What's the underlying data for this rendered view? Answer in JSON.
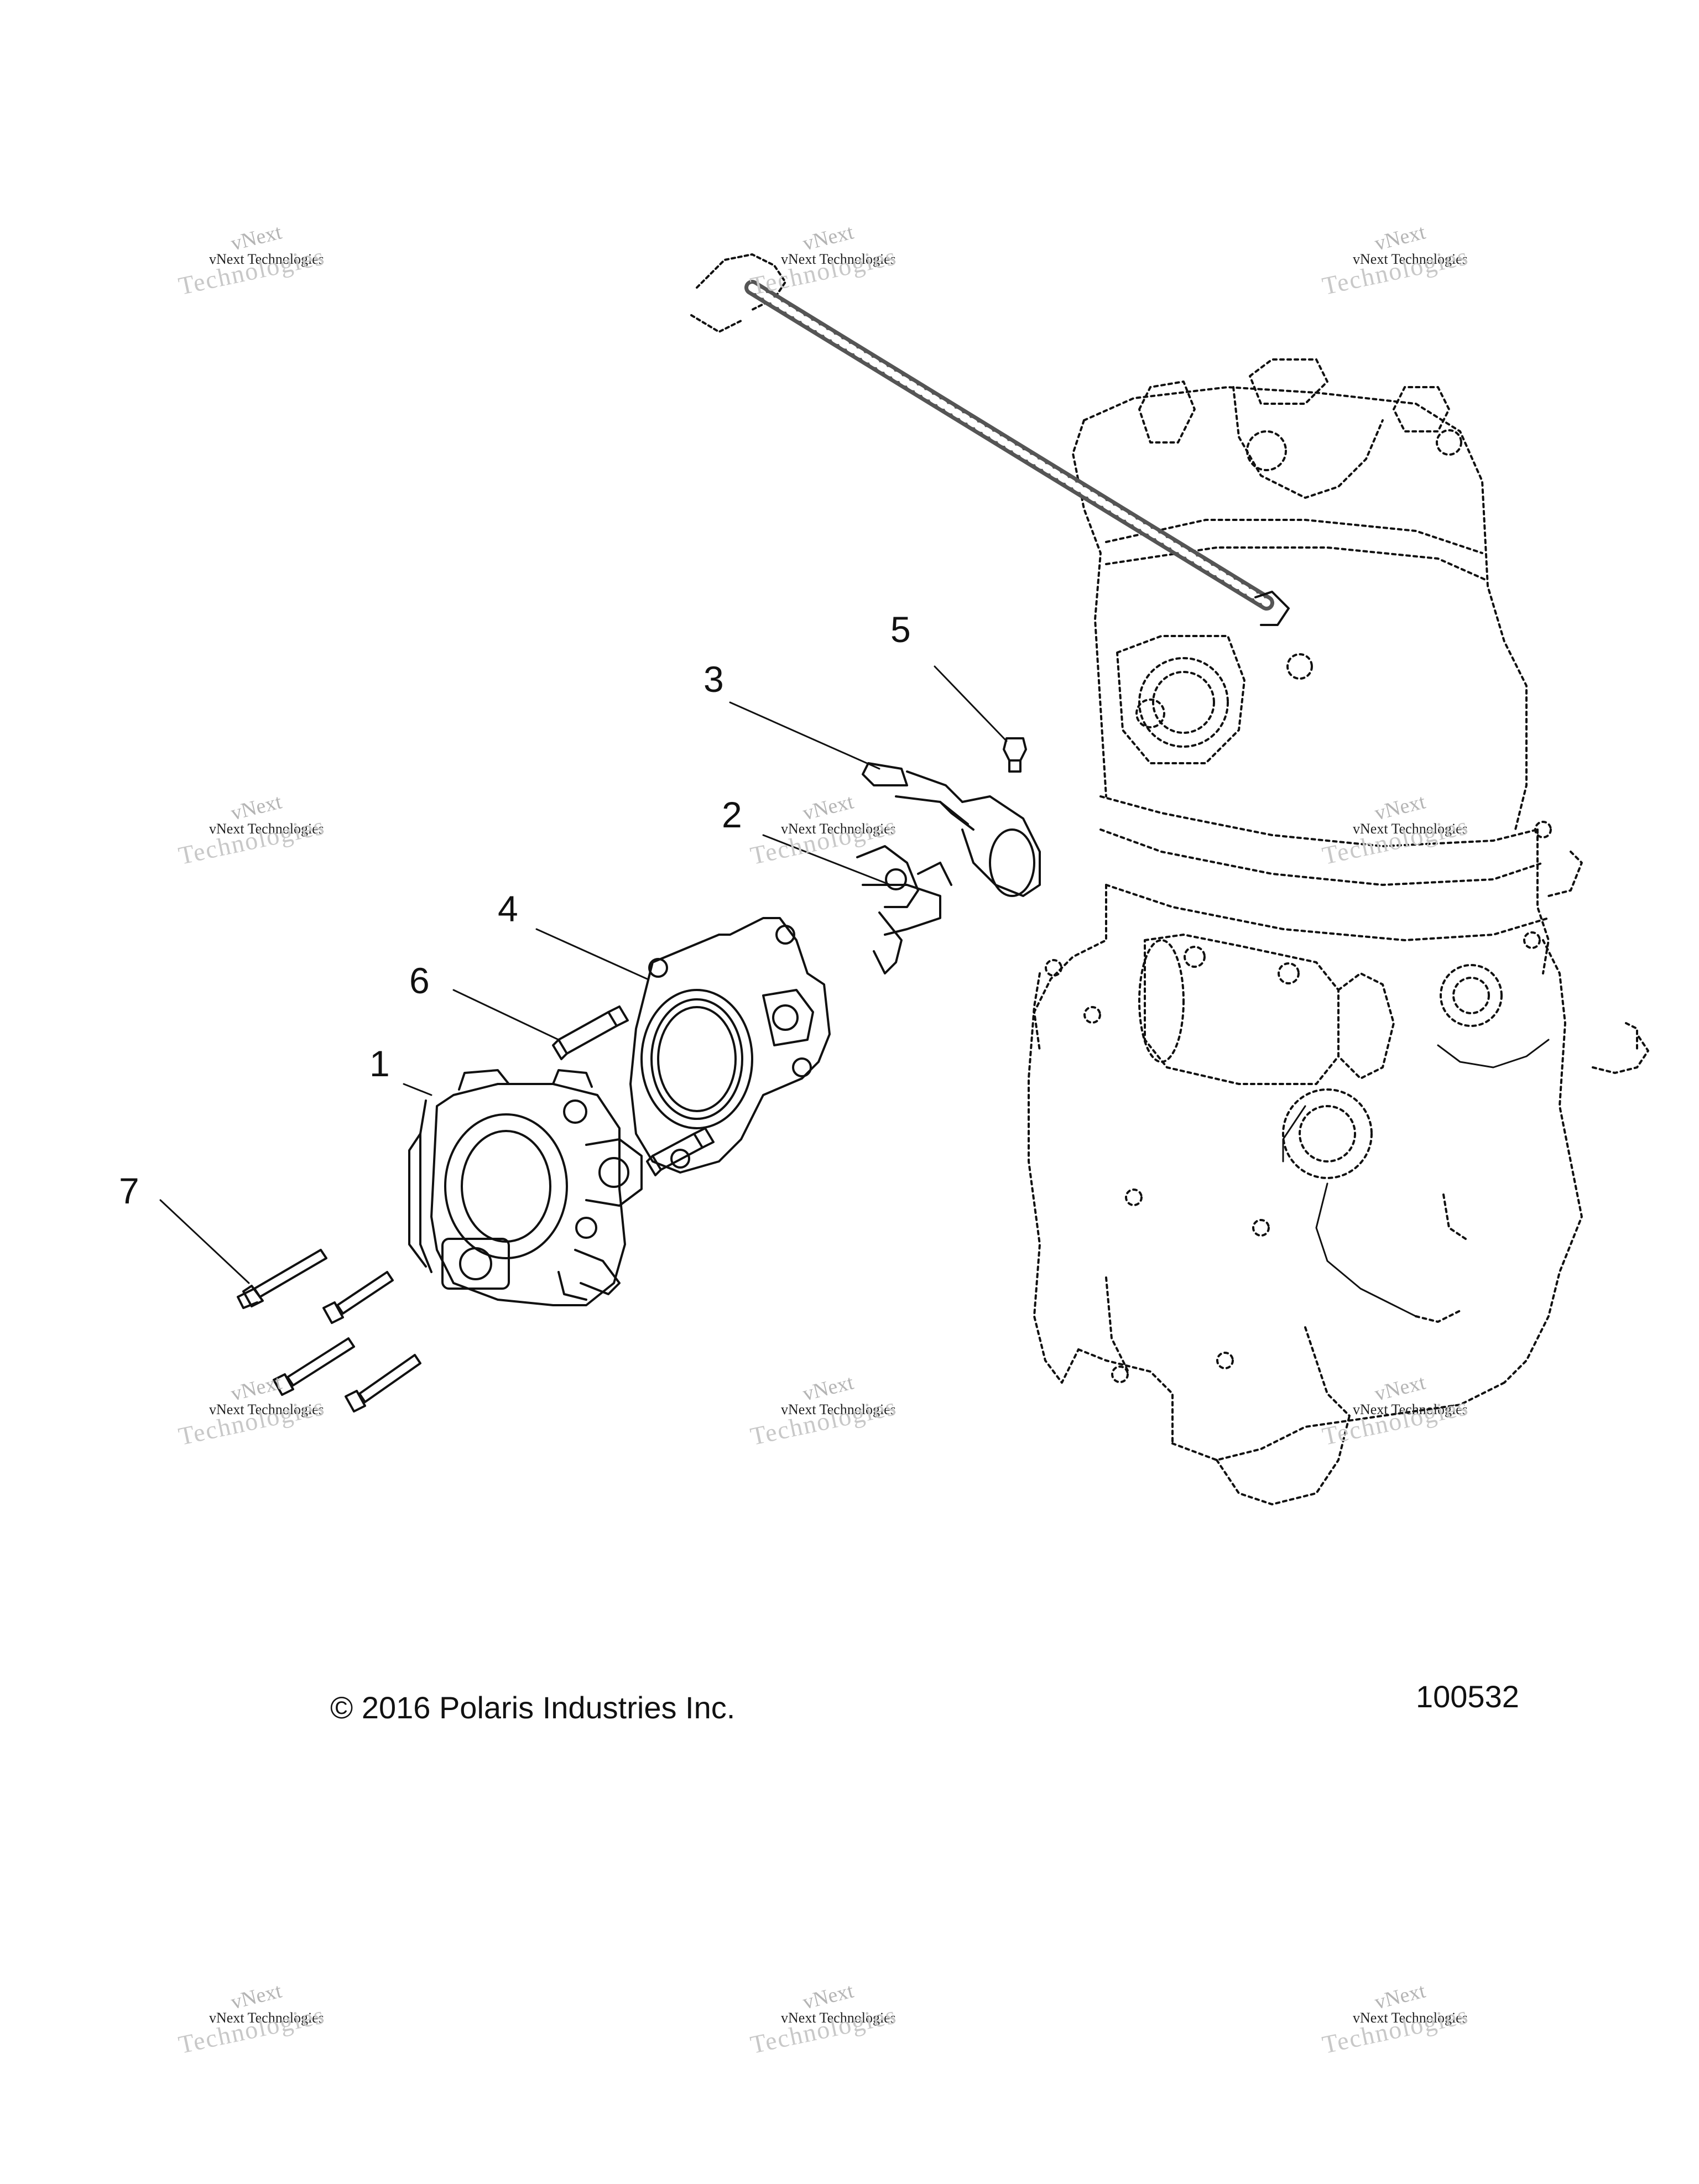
{
  "diagram": {
    "callouts": [
      {
        "id": "1",
        "label": "1"
      },
      {
        "id": "2",
        "label": "2"
      },
      {
        "id": "3",
        "label": "3"
      },
      {
        "id": "4",
        "label": "4"
      },
      {
        "id": "5",
        "label": "5"
      },
      {
        "id": "6",
        "label": "6"
      },
      {
        "id": "7",
        "label": "7"
      }
    ],
    "copyright": "© 2016 Polaris Industries Inc.",
    "figure_number": "100532"
  },
  "watermark": {
    "line1": "vNext",
    "line2": "vNext Technologies",
    "line3": "Technologies"
  }
}
